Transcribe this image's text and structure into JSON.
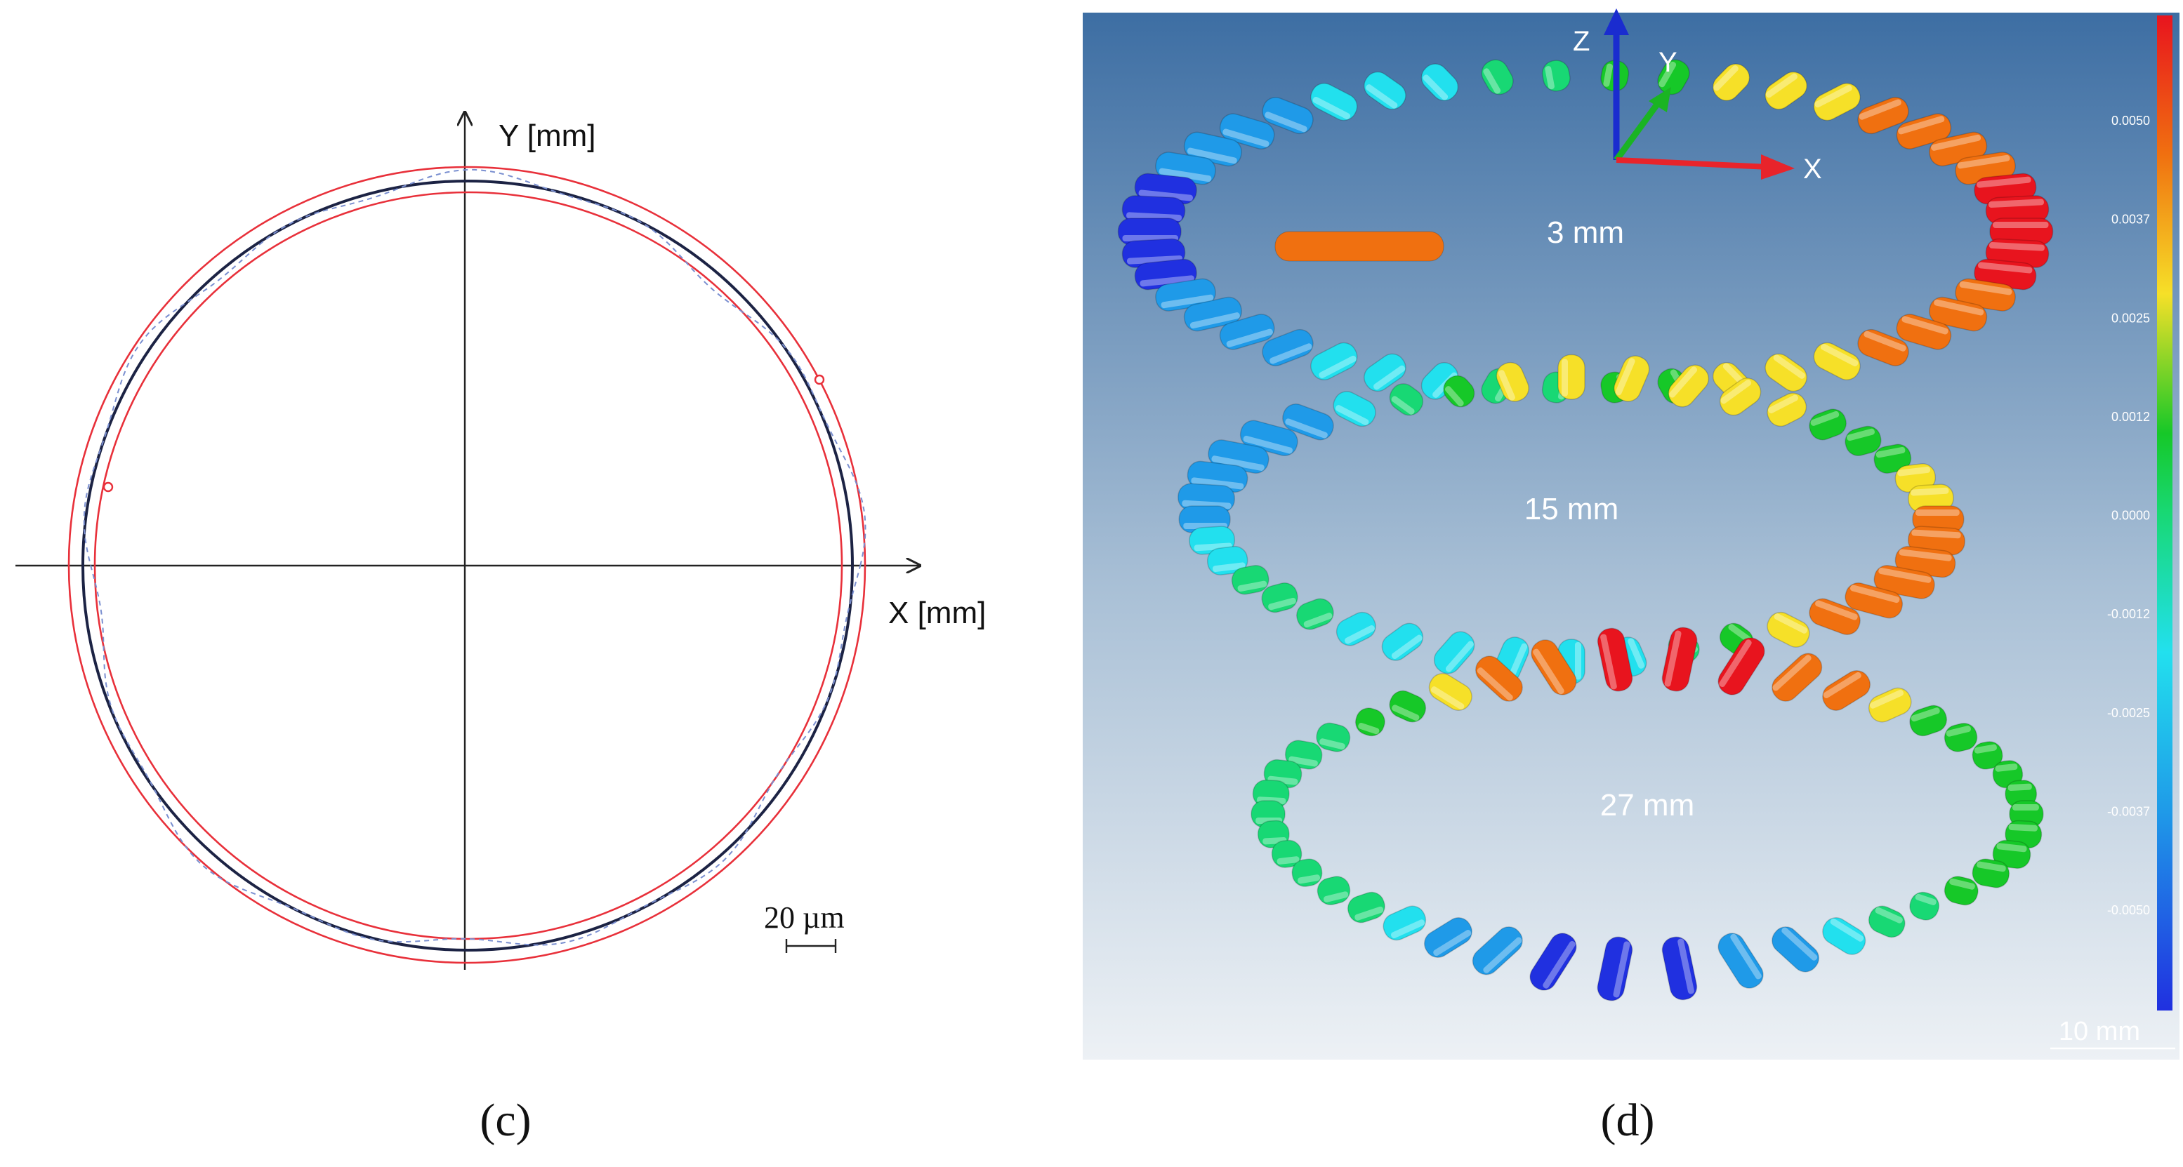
{
  "panel_c": {
    "label": "(c)",
    "x_axis_label": "X [mm]",
    "y_axis_label": "Y [mm]",
    "scale_bar_label": "20 µm",
    "colors": {
      "tolerance_zone": "#e8303a",
      "mean_circle": "#1c2344",
      "measured_profile": "#7a8fd0",
      "axes": "#222222"
    }
  },
  "panel_d": {
    "label": "(d)",
    "axis_labels": {
      "z": "Z",
      "y": "Y",
      "x": "X"
    },
    "section_labels": [
      "3 mm",
      "15 mm",
      "27 mm"
    ],
    "scale_bar_label": "10 mm",
    "colorbar_ticks": [
      "0.0050",
      "0.0037",
      "0.0025",
      "0.0012",
      "0.0000",
      "-0.0012",
      "-0.0025",
      "-0.0037",
      "-0.0050"
    ],
    "colorbar_colors": [
      "#e8141e",
      "#f07010",
      "#f6e028",
      "#16c828",
      "#18d874",
      "#22e0ee",
      "#1f9ae8",
      "#2030e0"
    ],
    "colors": {
      "background_top": "#3d6ea3",
      "background_bottom": "#e9eef3",
      "axis_z": "#1a2ccf",
      "axis_y": "#1ab423",
      "axis_x": "#e8242b"
    }
  }
}
